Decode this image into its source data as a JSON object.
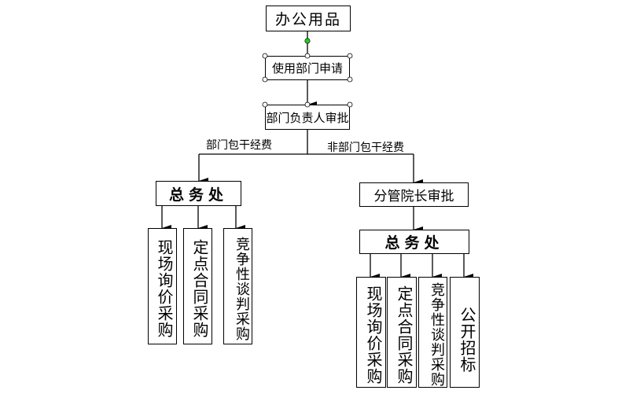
{
  "nodes": {
    "root": "办公用品",
    "apply": "使用部门申请",
    "dept_approve": "部门负责人审批",
    "left_office": "总务处",
    "vice_approve": "分管院长审批",
    "right_office": "总务处"
  },
  "edge_labels": {
    "left": "部门包干经费",
    "right": "非部门包干经费"
  },
  "left_methods": [
    "现场询价采购",
    "定点合同采购",
    "竞争性谈判采购"
  ],
  "right_methods": [
    "现场询价采购",
    "定点合同采购",
    "竞争性谈判采购",
    "公开招标"
  ],
  "colors": {
    "selection_handle": "#22cc22"
  }
}
